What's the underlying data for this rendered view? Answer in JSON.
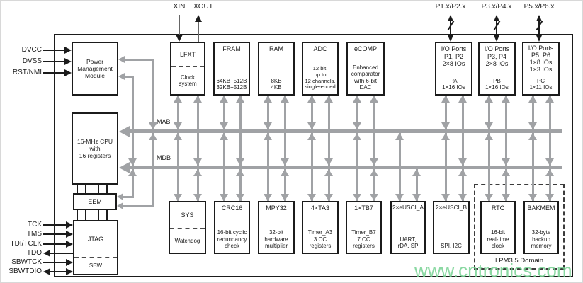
{
  "external": {
    "xin": "XIN",
    "xout": "XOUT",
    "ports": [
      "P1.x/P2.x",
      "P3.x/P4.x",
      "P5.x/P6.x"
    ],
    "left_top": [
      "DVCC",
      "DVSS",
      "RST/NMI"
    ],
    "left_bottom": [
      "TCK",
      "TMS",
      "TDI/TCLK",
      "TDO",
      "SBWTCK",
      "SBWTDIO"
    ]
  },
  "buses": {
    "mab": "MAB",
    "mdb": "MDB"
  },
  "blocks": {
    "pmm": {
      "title": "Power\nManagement\nModule"
    },
    "lfxt": {
      "title": "LFXT",
      "body": "Clock\nsystem"
    },
    "fram": {
      "title": "FRAM",
      "body": "64KB+512B\n32KB+512B"
    },
    "ram": {
      "title": "RAM",
      "body": "8KB\n4KB"
    },
    "adc": {
      "title": "ADC",
      "body": "12 bit,\nup to\n12 channels,\nsingle-ended"
    },
    "ecomp": {
      "title": "eCOMP",
      "body": "Enhanced\ncomparator\nwith 6-bit\nDAC"
    },
    "io1": {
      "title": "I/O Ports\nP1, P2\n2×8 IOs",
      "body": "PA\n1×16 IOs"
    },
    "io2": {
      "title": "I/O Ports\nP3, P4\n2×8 IOs",
      "body": "PB\n1×16 IOs"
    },
    "io3": {
      "title": "I/O Ports\nP5, P6\n1×8 IOs\n1×3 IOs",
      "body": "PC\n1×11 IOs"
    },
    "cpu": {
      "title": "16-MHz CPU\nwith\n16 registers"
    },
    "eem": {
      "title": "EEM"
    },
    "jtag": {
      "title": "JTAG",
      "body": "SBW"
    },
    "sys": {
      "title": "SYS",
      "body": "Watchdog"
    },
    "crc": {
      "title": "CRC16",
      "body": "16-bit cyclic\nredundancy\ncheck"
    },
    "mpy": {
      "title": "MPY32",
      "body": "32-bit\nhardware\nmultiplier"
    },
    "ta3": {
      "title": "4×TA3",
      "body": "Timer_A3\n3 CC\nregisters"
    },
    "tb7": {
      "title": "1×TB7",
      "body": "Timer_B7\n7 CC\nregisters"
    },
    "uscia": {
      "title": "2×eUSCI_A",
      "body": "UART,\nIrDA, SPI"
    },
    "uscib": {
      "title": "2×eUSCI_B",
      "body": "SPI, I2C"
    },
    "rtc": {
      "title": "RTC",
      "body": "16-bit\nreal-time\nclock"
    },
    "bakmem": {
      "title": "BAKMEM",
      "body": "32-byte\nbackup\nmemory"
    }
  },
  "lpm": {
    "label": "LPM3.5 Domain"
  },
  "watermark": "www.cntronics.com",
  "colors": {
    "bus_gray": "#a0a2a5",
    "line_black": "#1b1b1b",
    "watermark_green": "#76d192"
  }
}
